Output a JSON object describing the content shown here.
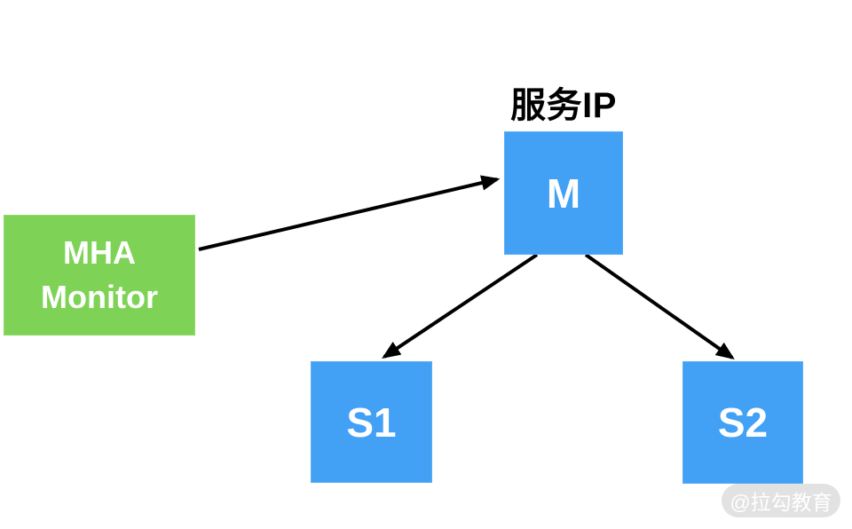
{
  "diagram": {
    "title": "服务IP",
    "nodes": {
      "monitor": {
        "label": "MHA Monitor",
        "lines": [
          "MHA",
          "Monitor"
        ],
        "color": "#7ED356"
      },
      "master": {
        "label": "M",
        "color": "#42A1F5"
      },
      "slave1": {
        "label": "S1",
        "color": "#42A1F5"
      },
      "slave2": {
        "label": "S2",
        "color": "#42A1F5"
      }
    },
    "edges": [
      {
        "from": "MHA Monitor",
        "to": "M"
      },
      {
        "from": "M",
        "to": "S1"
      },
      {
        "from": "M",
        "to": "S2"
      }
    ],
    "watermark": "@拉勾教育",
    "colors": {
      "node_blue": "#42A1F5",
      "node_green": "#7ED356",
      "arrow": "#000000",
      "node_text": "#FFFFFF",
      "title_text": "#000000",
      "watermark_bg": "#E2E2E2",
      "watermark_text": "#FFFFFF",
      "background": "#FFFFFF"
    }
  }
}
